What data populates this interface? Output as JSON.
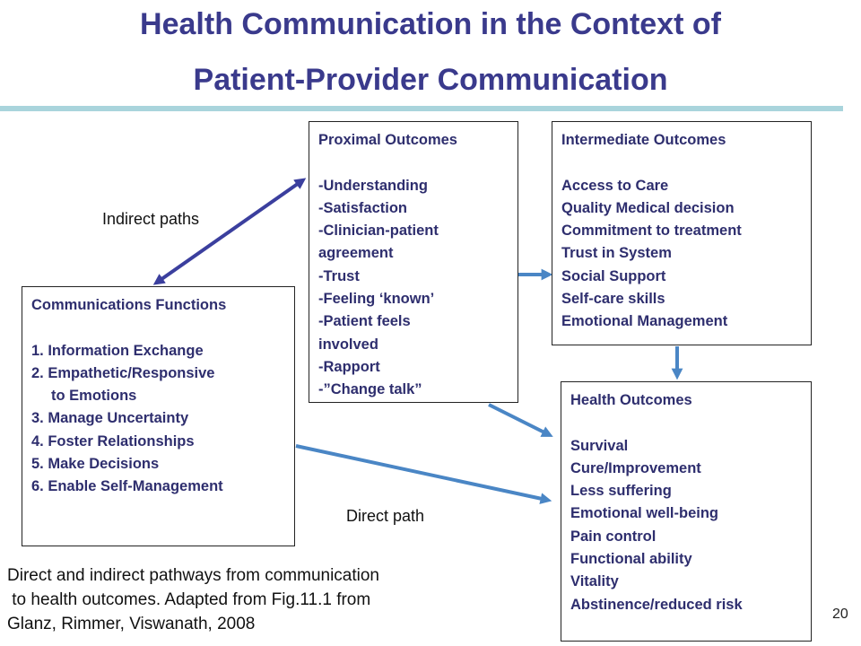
{
  "title": {
    "line1": "Health Communication in the Context of",
    "line2": "Patient-Provider Communication"
  },
  "boxes": {
    "proximal": {
      "heading": "Proximal Outcomes",
      "items": [
        "-Understanding",
        "-Satisfaction",
        "-Clinician-patient",
        "agreement",
        "-Trust",
        "-Feeling ‘known’",
        "-Patient feels",
        "involved",
        "-Rapport",
        "-”Change talk”"
      ]
    },
    "intermediate": {
      "heading": "Intermediate Outcomes",
      "items": [
        "Access to Care",
        "Quality Medical decision",
        "Commitment to treatment",
        "Trust in System",
        "Social Support",
        "Self-care skills",
        "Emotional Management"
      ]
    },
    "functions": {
      "heading": "Communications Functions",
      "items": [
        "1. Information Exchange",
        "2. Empathetic/Responsive",
        "to Emotions",
        "3. Manage Uncertainty",
        "4. Foster Relationships",
        "5. Make Decisions",
        "6. Enable Self-Management"
      ]
    },
    "health": {
      "heading": "Health Outcomes",
      "items": [
        "Survival",
        "Cure/Improvement",
        "Less suffering",
        "Emotional well-being",
        "Pain control",
        "Functional ability",
        "Vitality",
        "Abstinence/reduced risk"
      ]
    }
  },
  "labels": {
    "indirect": "Indirect paths",
    "direct": "Direct path"
  },
  "caption": {
    "lines": [
      "Direct and indirect pathways from communication",
      " to health outcomes. Adapted from Fig.11.1 from",
      "Glanz, Rimmer, Viswanath, 2008"
    ]
  },
  "page_number": "20",
  "colors": {
    "title": "#3a3a8c",
    "box_text": "#2e2e6e",
    "title_rule": "#a9d4dc",
    "arrow_indirect": "#3b3f9e",
    "arrow_direct": "#4a86c5"
  }
}
